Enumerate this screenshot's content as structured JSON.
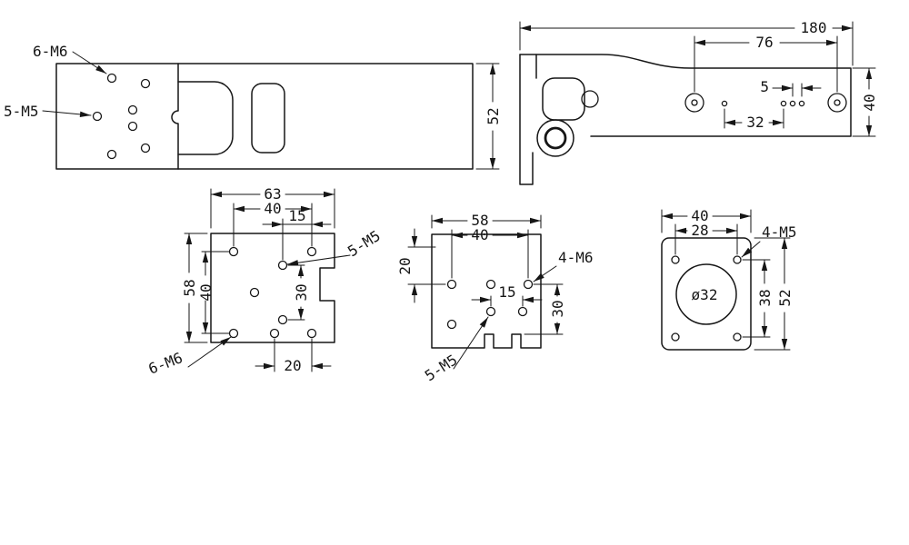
{
  "views": {
    "arm_side": {
      "leader_6m6": "6-M6",
      "leader_5m5": "5-M5",
      "dim_height": "52"
    },
    "arm_top": {
      "dim_length": "180",
      "dim_hole_span": "76",
      "dim_small_pitch": "5",
      "dim_pitch": "32",
      "dim_width": "40"
    },
    "plate_large": {
      "dim_width_outer": "63",
      "dim_width_mid": "40",
      "dim_width_inner": "15",
      "dim_height_outer": "58",
      "dim_height_mid": "40",
      "dim_height_inner": "30",
      "dim_bottom": "20",
      "leader_5m5": "5-M5",
      "leader_6m6": "6-M6"
    },
    "plate_mid": {
      "dim_width_outer": "58",
      "dim_width_inner": "40",
      "dim_left": "20",
      "dim_inner": "15",
      "dim_right": "30",
      "leader_4m6": "4-M6",
      "leader_5m5": "5-M5"
    },
    "plate_round": {
      "dim_width_outer": "40",
      "dim_width_inner": "28",
      "leader_4m5": "4-M5",
      "bore_diameter": "ø32",
      "dim_height_inner": "38",
      "dim_height_outer": "52"
    }
  }
}
